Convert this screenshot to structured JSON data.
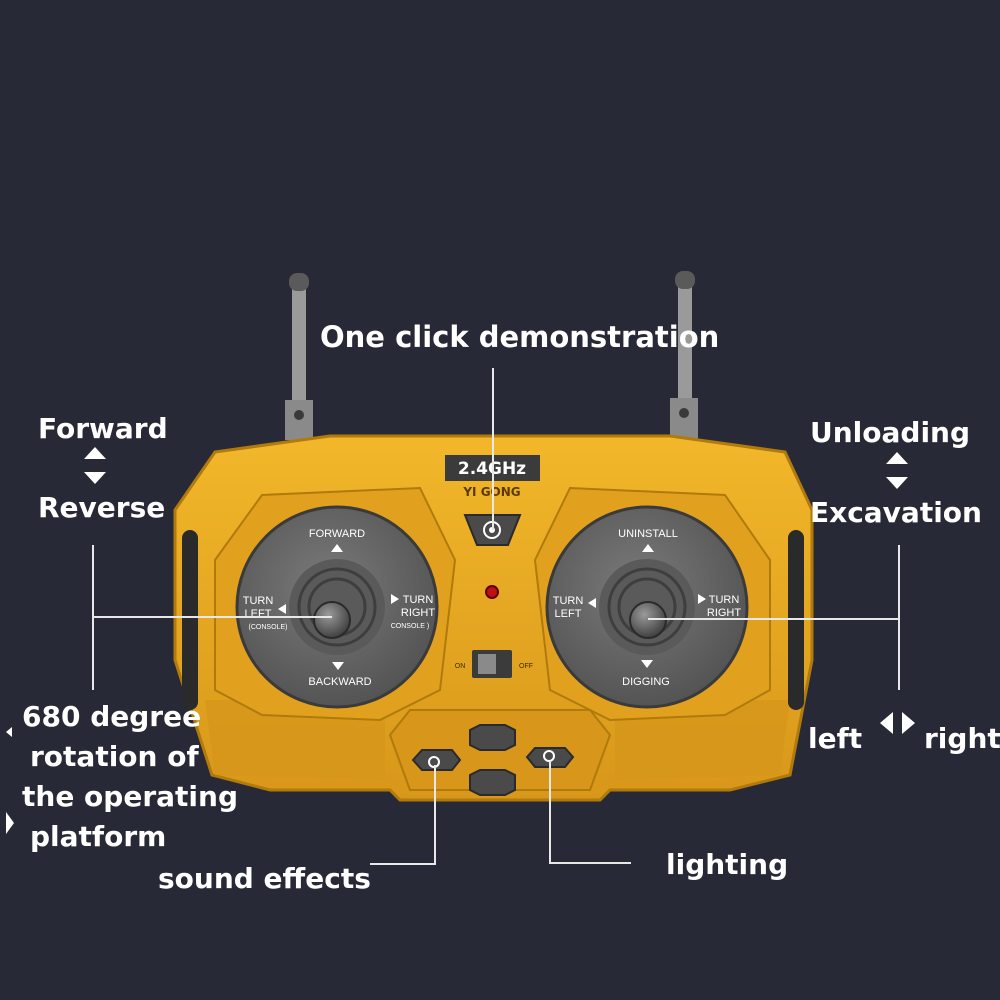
{
  "callouts": {
    "demo": "One click demonstration",
    "forward": "Forward",
    "reverse": "Reverse",
    "unloading": "Unloading",
    "excavation": "Excavation",
    "rotation": [
      "680 degree",
      "rotation of",
      "the operating",
      "platform"
    ],
    "left": "left",
    "right": "right",
    "sound": "sound effects",
    "lighting": "lighting"
  },
  "remote": {
    "frequency": "2.4GHz",
    "brand": "YI GONG",
    "switch_on": "ON",
    "switch_off": "OFF",
    "left_pad": {
      "top": "FORWARD",
      "bottom": "BACKWARD",
      "left_1": "TURN",
      "left_2": "LEFT",
      "left_3": "(CONSOLE)",
      "right_1": "TURN",
      "right_2": "RIGHT",
      "right_3": "CONSOLE )"
    },
    "right_pad": {
      "top": "UNINSTALL",
      "bottom": "DIGGING",
      "left_1": "TURN",
      "left_2": "LEFT",
      "right_1": "TURN",
      "right_2": "RIGHT"
    }
  },
  "colors": {
    "background": "#272a36",
    "body": "#e8a81c",
    "body_dark": "#c98a10",
    "pad": "#6a6a6a"
  }
}
